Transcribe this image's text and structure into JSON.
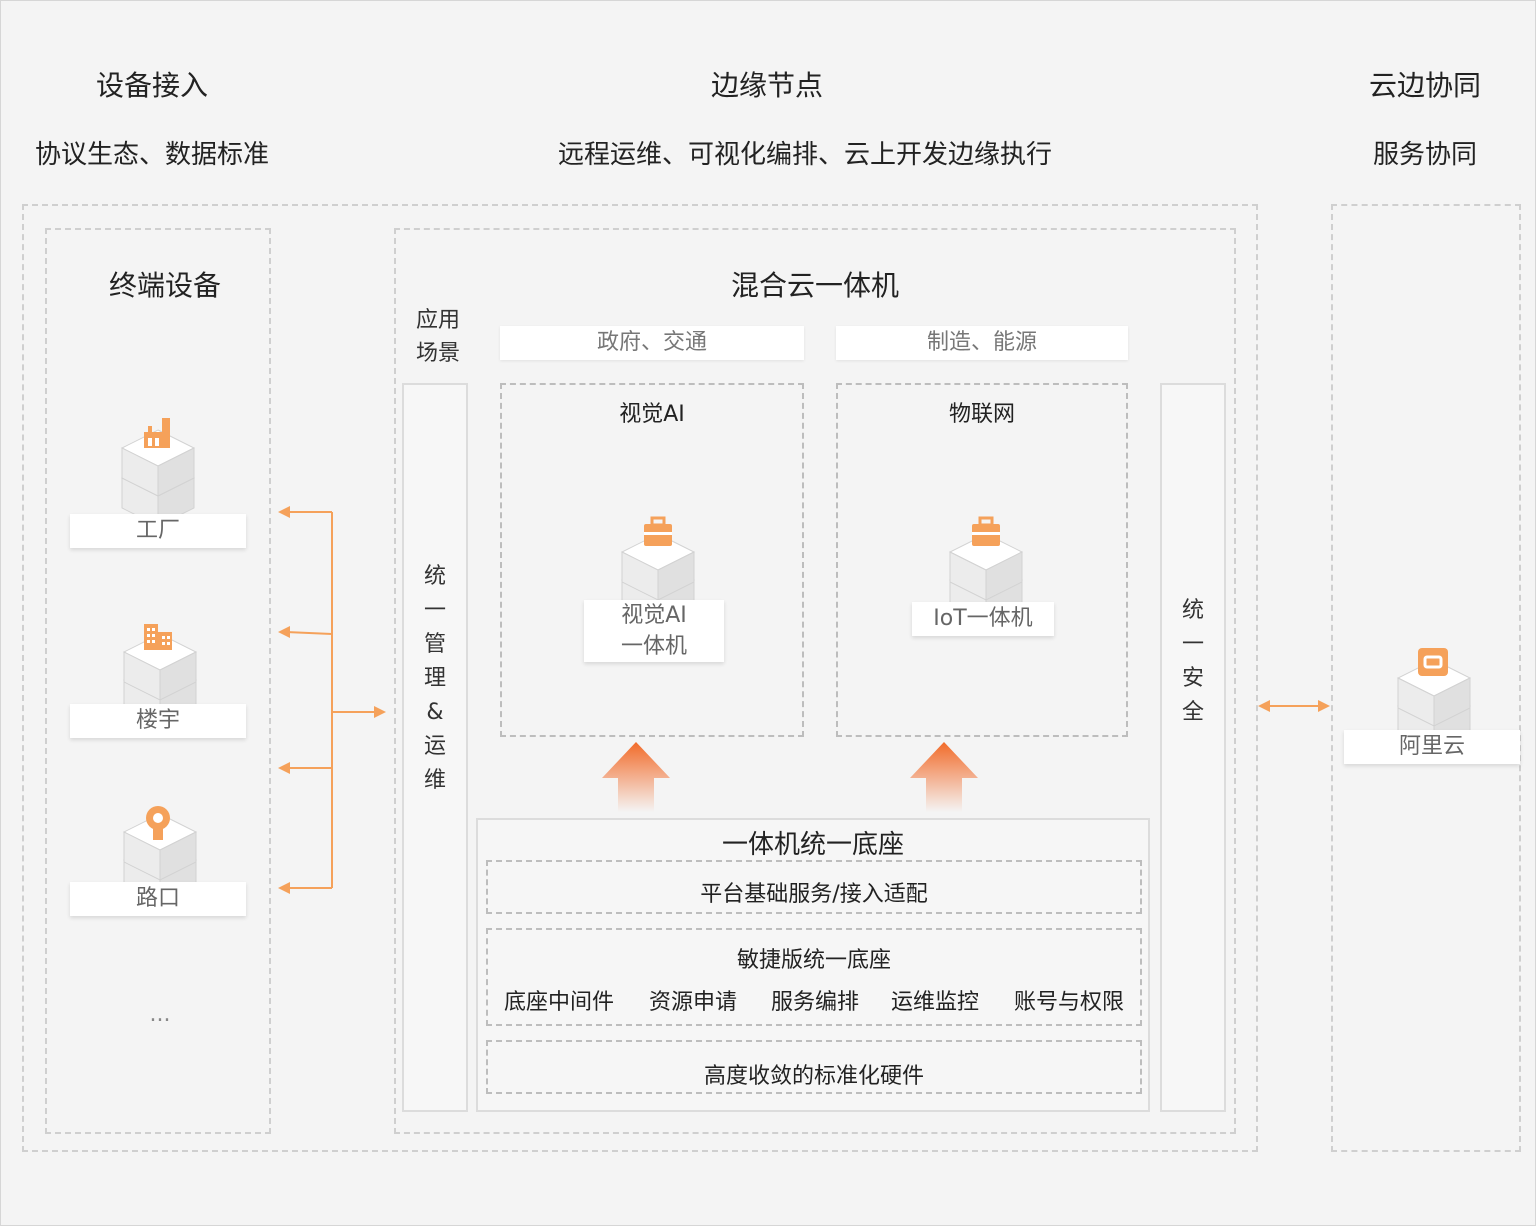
{
  "columns": {
    "device": {
      "title": "设备接入",
      "subtitle": "协议生态、数据标准"
    },
    "edge": {
      "title": "边缘节点",
      "subtitle": "远程运维、可视化编排、云上开发边缘执行"
    },
    "cloud": {
      "title": "云边协同",
      "subtitle": "服务协同"
    }
  },
  "terminal": {
    "title": "终端设备",
    "items": [
      {
        "label": "工厂",
        "icon": "factory-icon"
      },
      {
        "label": "楼宇",
        "icon": "building-icon"
      },
      {
        "label": "路口",
        "icon": "camera-icon"
      }
    ],
    "more": "..."
  },
  "hybrid": {
    "title": "混合云一体机",
    "scenario_label": "应用\n场景",
    "scenarios": [
      "政府、交通",
      "制造、能源"
    ],
    "unified_mgmt": "统\n一\n管\n理\n&\n运\n维",
    "unified_security": "统\n一\n安\n全",
    "vision": {
      "title": "视觉AI",
      "device": "视觉AI\n一体机",
      "icon": "toolbox-icon"
    },
    "iot": {
      "title": "物联网",
      "device": "IoT一体机",
      "icon": "toolbox-icon"
    },
    "base": {
      "title": "一体机统一底座",
      "platform": "平台基础服务/接入适配",
      "agile_title": "敏捷版统一底座",
      "agile_items": [
        "底座中间件",
        "资源申请",
        "服务编排",
        "运维监控",
        "账号与权限"
      ],
      "hardware": "高度收敛的标准化硬件"
    }
  },
  "cloud": {
    "label": "阿里云",
    "icon": "aliyun-logo-icon"
  },
  "colors": {
    "accent": "#f5a15a",
    "arrow_grad_top": "#f26b2a",
    "arrow_grad_bottom": "#f4f4f4"
  }
}
